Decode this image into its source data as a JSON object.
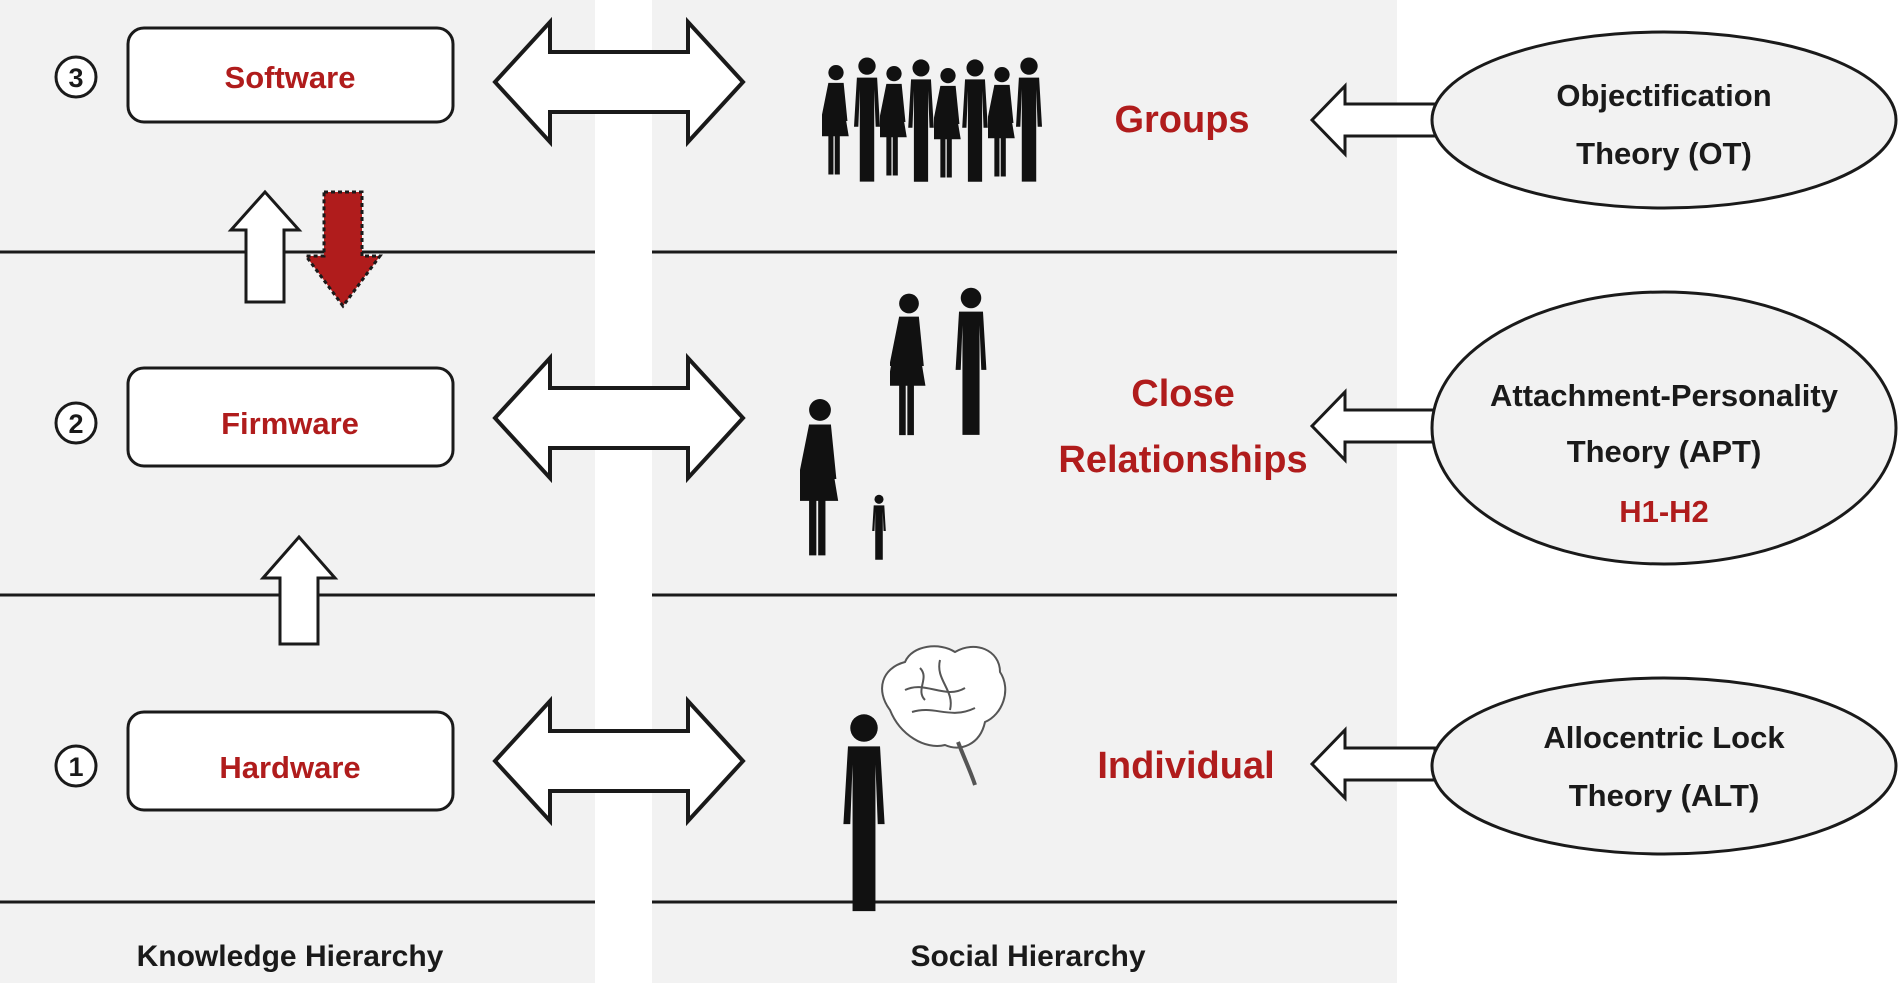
{
  "knowledge": {
    "title": "Knowledge Hierarchy",
    "levels": [
      {
        "number": "3",
        "label": "Software"
      },
      {
        "number": "2",
        "label": "Firmware"
      },
      {
        "number": "1",
        "label": "Hardware"
      }
    ]
  },
  "social": {
    "title": "Social Hierarchy",
    "levels": [
      {
        "line1": "Groups",
        "line2": ""
      },
      {
        "line1": "Close",
        "line2": "Relationships"
      },
      {
        "line1": "Individual",
        "line2": ""
      }
    ]
  },
  "theories": [
    {
      "line1": "Objectification",
      "line2": "Theory (OT)",
      "hypothesis": ""
    },
    {
      "line1": "Attachment-Personality",
      "line2": "Theory (APT)",
      "hypothesis": "H1-H2"
    },
    {
      "line1": "Allocentric Lock",
      "line2": "Theory (ALT)",
      "hypothesis": ""
    }
  ],
  "colors": {
    "accent": "#b01c1c",
    "panel": "#f2f2f2",
    "text": "#1a1a1a"
  },
  "icons": [
    "group-silhouettes-icon",
    "couple-silhouette-icon",
    "parent-child-silhouette-icon",
    "person-silhouette-icon",
    "brain-icon"
  ]
}
